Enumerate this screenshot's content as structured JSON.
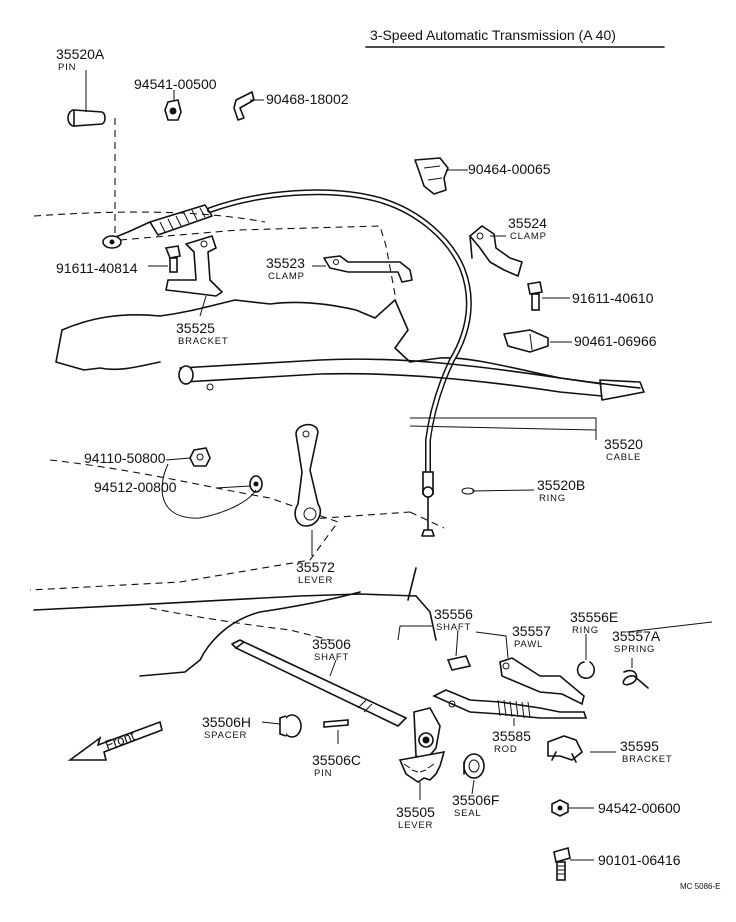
{
  "title": "3-Speed Automatic Transmission (A 40)",
  "stamp": "MC  5086-E",
  "front_arrow_label": "Front",
  "parts": [
    {
      "id": "p35520A",
      "number": "35520A",
      "name": "PIN"
    },
    {
      "id": "p94541",
      "number": "94541-00500",
      "name": ""
    },
    {
      "id": "p90468",
      "number": "90468-18002",
      "name": ""
    },
    {
      "id": "p90464",
      "number": "90464-00065",
      "name": ""
    },
    {
      "id": "p35524",
      "number": "35524",
      "name": "CLAMP"
    },
    {
      "id": "p91611a",
      "number": "91611-40814",
      "name": ""
    },
    {
      "id": "p35523",
      "number": "35523",
      "name": "CLAMP"
    },
    {
      "id": "p91611b",
      "number": "91611-40610",
      "name": ""
    },
    {
      "id": "p35525",
      "number": "35525",
      "name": "BRACKET"
    },
    {
      "id": "p90461",
      "number": "90461-06966",
      "name": ""
    },
    {
      "id": "p35520",
      "number": "35520",
      "name": "CABLE"
    },
    {
      "id": "p94110",
      "number": "94110-50800",
      "name": ""
    },
    {
      "id": "p35520B",
      "number": "35520B",
      "name": "RING"
    },
    {
      "id": "p94512",
      "number": "94512-00800",
      "name": ""
    },
    {
      "id": "p35572",
      "number": "35572",
      "name": "LEVER"
    },
    {
      "id": "p35556",
      "number": "35556",
      "name": "SHAFT"
    },
    {
      "id": "p35556E",
      "number": "35556E",
      "name": "RING"
    },
    {
      "id": "p35557",
      "number": "35557",
      "name": "PAWL"
    },
    {
      "id": "p35557A",
      "number": "35557A",
      "name": "SPRING"
    },
    {
      "id": "p35506",
      "number": "35506",
      "name": "SHAFT"
    },
    {
      "id": "p35506H",
      "number": "35506H",
      "name": "SPACER"
    },
    {
      "id": "p35585",
      "number": "35585",
      "name": "ROD"
    },
    {
      "id": "p35595",
      "number": "35595",
      "name": "BRACKET"
    },
    {
      "id": "p35506C",
      "number": "35506C",
      "name": "PIN"
    },
    {
      "id": "p35505",
      "number": "35505",
      "name": "LEVER"
    },
    {
      "id": "p35506F",
      "number": "35506F",
      "name": "SEAL"
    },
    {
      "id": "p94542",
      "number": "94542-00600",
      "name": ""
    },
    {
      "id": "p90101",
      "number": "90101-06416",
      "name": ""
    }
  ]
}
